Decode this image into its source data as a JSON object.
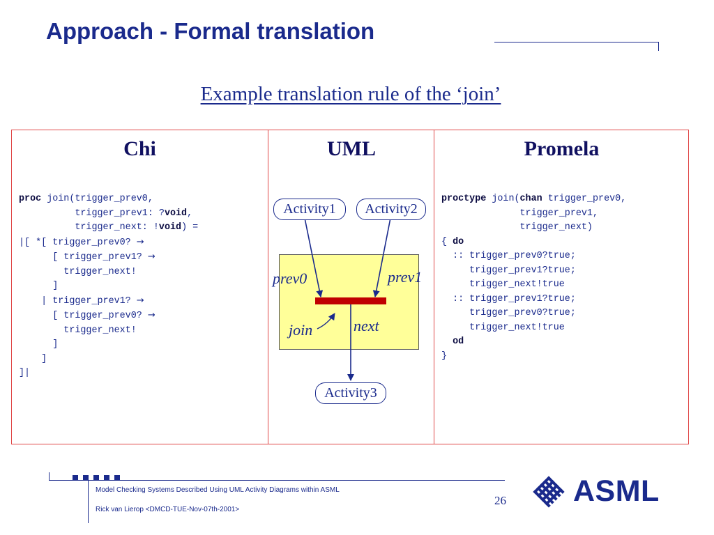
{
  "slide": {
    "title": "Approach - Formal translation",
    "subtitle": "Example translation rule of the ‘join’"
  },
  "columns": {
    "chi": {
      "heading": "Chi",
      "lines": [
        [
          {
            "t": "proc",
            "b": true
          },
          {
            "t": " join(trigger_prev0,"
          }
        ],
        [
          {
            "t": "          trigger_prev1: ?"
          },
          {
            "t": "void",
            "b": true
          },
          {
            "t": ","
          }
        ],
        [
          {
            "t": "          trigger_next: !"
          },
          {
            "t": "void",
            "b": true
          },
          {
            "t": ") ="
          }
        ],
        [
          {
            "t": "|[ *[ trigger_prev0? "
          },
          {
            "t": "→",
            "a": true
          }
        ],
        [
          {
            "t": "      [ trigger_prev1? "
          },
          {
            "t": "→",
            "a": true
          }
        ],
        [
          {
            "t": "        trigger_next!"
          }
        ],
        [
          {
            "t": "      ]"
          }
        ],
        [
          {
            "t": "    | trigger_prev1? "
          },
          {
            "t": "→",
            "a": true
          }
        ],
        [
          {
            "t": "      [ trigger_prev0? "
          },
          {
            "t": "→",
            "a": true
          }
        ],
        [
          {
            "t": "        trigger_next!"
          }
        ],
        [
          {
            "t": "      ]"
          }
        ],
        [
          {
            "t": "    ]"
          }
        ],
        [
          {
            "t": "]|"
          }
        ]
      ]
    },
    "uml": {
      "heading": "UML",
      "activities": [
        "Activity1",
        "Activity2",
        "Activity3"
      ],
      "labels": {
        "prev0": "prev0",
        "prev1": "prev1",
        "join": "join",
        "next": "next"
      }
    },
    "promela": {
      "heading": "Promela",
      "lines": [
        [
          {
            "t": "proctype",
            "b": true
          },
          {
            "t": " join("
          },
          {
            "t": "chan",
            "b": true
          },
          {
            "t": " trigger_prev0,"
          }
        ],
        [
          {
            "t": "              trigger_prev1,"
          }
        ],
        [
          {
            "t": "              trigger_next)"
          }
        ],
        [
          {
            "t": "{ "
          },
          {
            "t": "do",
            "b": true
          }
        ],
        [
          {
            "t": "  :: trigger_prev0?true;"
          }
        ],
        [
          {
            "t": "     trigger_prev1?true;"
          }
        ],
        [
          {
            "t": "     trigger_next!true"
          }
        ],
        [
          {
            "t": "  :: trigger_prev1?true;"
          }
        ],
        [
          {
            "t": "     trigger_prev0?true;"
          }
        ],
        [
          {
            "t": "     trigger_next!true"
          }
        ],
        [
          {
            "t": "  "
          },
          {
            "t": "od",
            "b": true
          }
        ],
        [
          {
            "t": "}"
          }
        ]
      ]
    }
  },
  "footer": {
    "line1": "Model Checking Systems Described Using UML Activity Diagrams within ASML",
    "line2": "Rick van Lierop <DMCD-TUE-Nov-07th-2001>",
    "page_number": "26",
    "logo_text": "ASML"
  },
  "colors": {
    "title": "#1a2a8c",
    "table_border": "#e04848",
    "join_box": "#ffff99",
    "join_bar": "#c00000"
  }
}
